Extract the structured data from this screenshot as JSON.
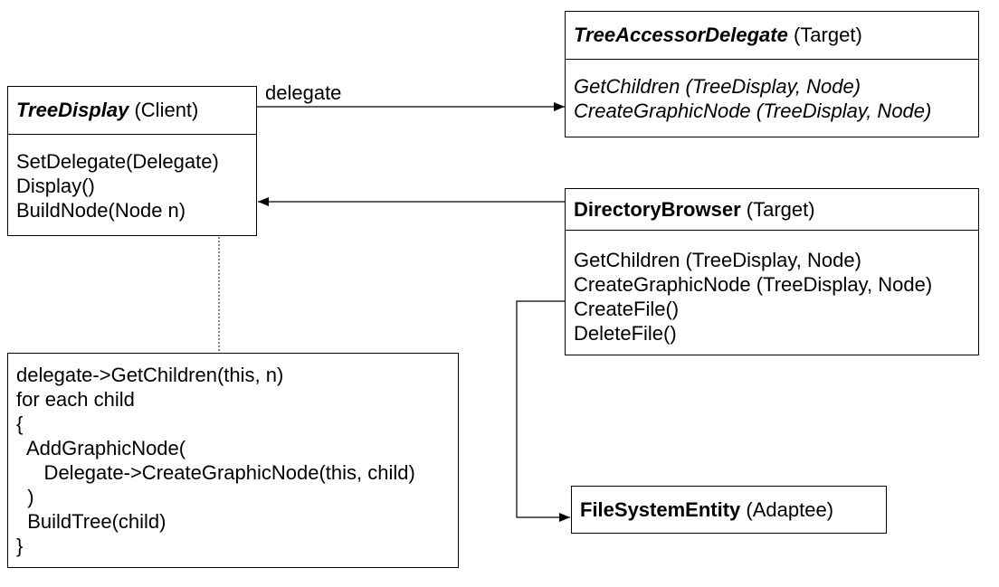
{
  "tree_display": {
    "name": "TreeDisplay",
    "stereotype": "(Client)",
    "operations": [
      "SetDelegate(Delegate)",
      "Display()",
      "BuildNode(Node n)"
    ]
  },
  "tree_accessor_delegate": {
    "name": "TreeAccessorDelegate",
    "stereotype": "(Target)",
    "operations": [
      "GetChildren (TreeDisplay, Node)",
      "CreateGraphicNode (TreeDisplay, Node)"
    ]
  },
  "directory_browser": {
    "name": "DirectoryBrowser",
    "stereotype": "(Target)",
    "operations": [
      "GetChildren (TreeDisplay, Node)",
      "CreateGraphicNode (TreeDisplay, Node)",
      "CreateFile()",
      "DeleteFile()"
    ]
  },
  "file_system_entity": {
    "name": "FileSystemEntity",
    "stereotype": "(Adaptee)"
  },
  "delegate_label": "delegate",
  "note": {
    "lines": [
      "delegate->GetChildren(this, n)",
      "for each child",
      "{",
      "  AddGraphicNode(",
      "     Delegate->CreateGraphicNode(this, child)",
      "  )",
      "  BuildTree(child)",
      "}"
    ]
  }
}
